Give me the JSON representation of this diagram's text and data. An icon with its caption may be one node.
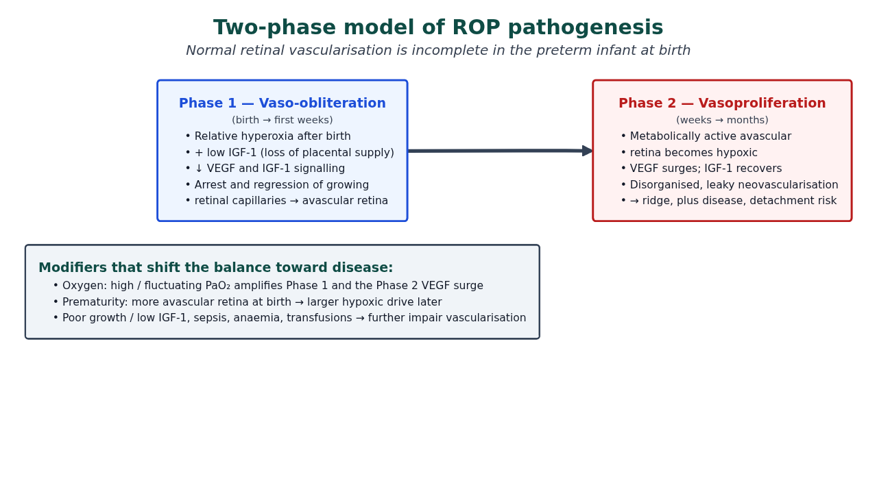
{
  "diagram": {
    "title": "Two-phase model of ROP pathogenesis",
    "nodes": [
      {
        "text": [
          "Phase 1 — Vaso-obliteration",
          "(birth → first weeks)",
          "• Relative hyperoxia after birth",
          "• + low IGF-1 (loss of placental supply)",
          "• ↓ VEGF and IGF-1 signalling",
          "• Arrest and regression of growing",
          "• retinal capillaries → avascular retina"
        ]
      },
      {
        "text": [
          "Phase 2 — Vasoproliferation",
          "(weeks → months)",
          "• Metabolically active avascular",
          "• retina becomes hypoxic",
          "• VEGF surges; IGF-1 recovers",
          "• Disorganised, leaky neovascularisation",
          "• → ridge, plus disease, detachment risk"
        ]
      },
      {
        "text": [
          "Modifiers that shift the balance toward disease:",
          "• Oxygen: high / fluctuating PaO₂ amplifies Phase 1 and the Phase 2 VEGF surge",
          "• Prematurity: more avascular retina at birth → larger hypoxic drive later",
          "• Poor growth / low IGF-1, sepsis, anaemia, transfusions → further impair vascularisation"
        ]
      }
    ],
    "edges": [
      {
        "from": 0,
        "to": 1,
        "arrow": "to"
      }
    ],
    "labels": [
      "Normal retinal vascularisation is incomplete in the preterm infant at birth"
    ]
  }
}
